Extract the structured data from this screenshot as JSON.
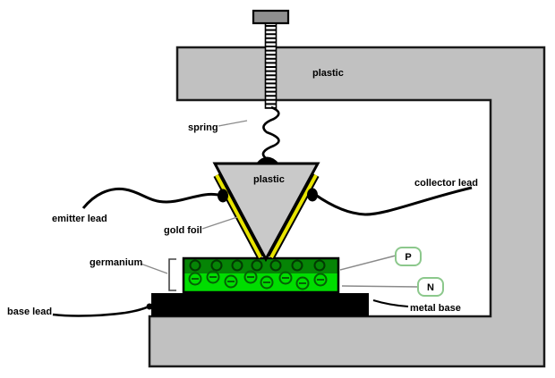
{
  "diagram": {
    "title_semantic": "point-contact transistor construction diagram",
    "labels": {
      "frame_plastic": "plastic",
      "spring": "spring",
      "wedge_plastic": "plastic",
      "collector_lead": "collector lead",
      "emitter_lead": "emitter lead",
      "gold_foil": "gold foil",
      "germanium": "germanium",
      "base_lead": "base lead",
      "metal_base": "metal base",
      "p_region": "P",
      "n_region": "N"
    },
    "colors": {
      "frame_gray": "#c1c1c1",
      "screw_head_gray": "#8f8f8f",
      "triangle_gray": "#c9c9c9",
      "gold": "#e8e400",
      "p_band_green": "#068406",
      "n_band_green": "#00dd00",
      "p_circle_stroke": "#023a02",
      "n_circle_stroke": "#056005",
      "pn_box_border": "#8cc88c",
      "leader_gray": "#8a8a8a",
      "ink": "#000000"
    }
  }
}
